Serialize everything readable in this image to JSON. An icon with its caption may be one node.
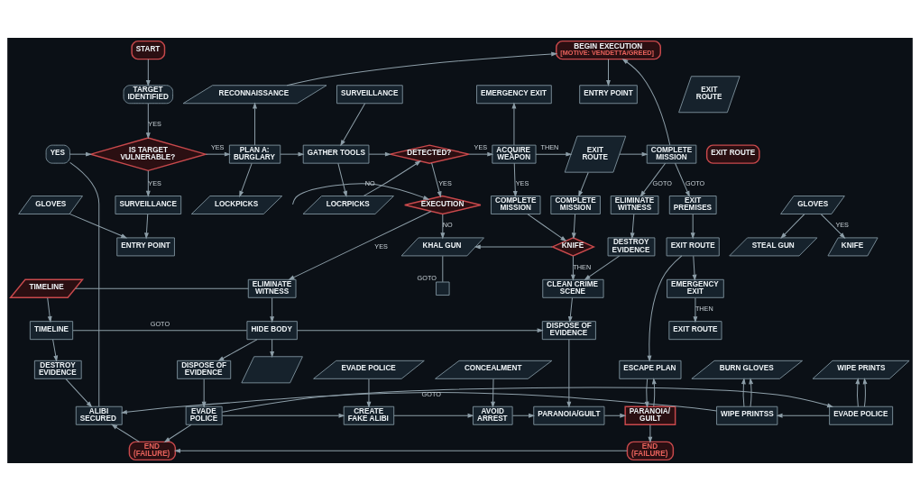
{
  "diagram": {
    "nodes": [
      {
        "text": [
          "START"
        ]
      },
      {
        "text": [
          "BEGIN EXECUTION",
          "[MOTIVE: VENDETTA/GREED]"
        ]
      },
      {
        "text": [
          "TARGET IDENTIFIED"
        ]
      },
      {
        "text": [
          "RECONNAISSANCE"
        ]
      },
      {
        "text": [
          "SURVEILLANCE"
        ]
      },
      {
        "text": [
          "ENTRY POINT"
        ]
      },
      {
        "text": [
          "EMERGENCY EXIT"
        ]
      },
      {
        "text": [
          "EXIT ROUTE"
        ]
      },
      {
        "text": [
          "YES"
        ]
      },
      {
        "text": [
          "IS TARGET VULNERABLE?"
        ]
      },
      {
        "text": [
          "PLAN A: BURGLARY"
        ]
      },
      {
        "text": [
          "GATHER TOOLS"
        ]
      },
      {
        "text": [
          "DETECTED?"
        ]
      },
      {
        "text": [
          "ACQUIRE WEAPON"
        ]
      },
      {
        "text": [
          "EXIT ROUTE"
        ]
      },
      {
        "text": [
          "COMPLETE MISSION"
        ]
      },
      {
        "text": [
          "EXIT ROUTE"
        ]
      },
      {
        "text": [
          "EXIT PREMISES"
        ]
      },
      {
        "text": [
          "SURVEILLANCE"
        ]
      },
      {
        "text": [
          "LOCKPICKS"
        ]
      },
      {
        "text": [
          "GLOVES"
        ]
      },
      {
        "text": [
          "LOCRPICKS"
        ]
      },
      {
        "text": [
          "GLOVES"
        ]
      },
      {
        "text": [
          "COMPLETE MISSION"
        ]
      },
      {
        "text": [
          "COMPLETE MISSION"
        ]
      },
      {
        "text": [
          "ELIMINATE WITNESS"
        ]
      },
      {
        "text": [
          "EXECUTION"
        ]
      },
      {
        "text": [
          "ENTRY POINT"
        ]
      },
      {
        "text": [
          "STEAL GUN"
        ]
      },
      {
        "text": [
          "KNIFE"
        ]
      },
      {
        "text": [
          "KNIFE"
        ]
      },
      {
        "text": [
          "KHAL GUN"
        ]
      },
      {
        "text": [
          "DESTROY EVIDENCE"
        ]
      },
      {
        "text": [
          "EXIT ROUTE"
        ]
      },
      {
        "text": [
          "TIMELINE"
        ]
      },
      {
        "text": [
          "ELIMINATE WITNESS"
        ]
      },
      {
        "text": [],
        "shape": "box",
        "beside": [
          "GOTO"
        ]
      },
      {
        "text": [
          "CLEAN CRIME SCENE"
        ]
      },
      {
        "text": [
          "EMERGENCY EXIT"
        ]
      },
      {
        "text": [
          "TIMELINE"
        ]
      },
      {
        "text": [
          "HIDE BODY"
        ]
      },
      {
        "text": [
          "DISPOSE OF EVIDENCE"
        ]
      },
      {
        "text": [
          "EXIT ROUTE"
        ]
      },
      {
        "text": [],
        "shape": "parallelogram"
      },
      {
        "text": [
          "DESTROY EVIDENCE"
        ]
      },
      {
        "text": [
          "BURN GLOVES"
        ]
      },
      {
        "text": [
          "WIPE PRINTS"
        ]
      },
      {
        "text": [
          "DISPOSE OF EVIDENCE"
        ]
      },
      {
        "text": [
          "EVADE POLICE"
        ]
      },
      {
        "text": [
          "CONCEALMENT"
        ]
      },
      {
        "text": [
          "ESCAPE PLAN"
        ]
      },
      {
        "text": [
          "ALIBI SECURED"
        ]
      },
      {
        "text": [
          "WIPE PRINTSS"
        ]
      },
      {
        "text": [
          "EVADE POLICE"
        ]
      },
      {
        "text": [
          "EVADE POLICE"
        ]
      },
      {
        "text": [
          "CREATE FAKE ALIBI"
        ]
      },
      {
        "text": [
          "AVOID ARREST"
        ]
      },
      {
        "text": [
          "PARANOIA/GUILT"
        ]
      },
      {
        "text": [
          "PARANOIA/ GUILT"
        ]
      },
      {
        "text": [
          "END (FAILURE)"
        ]
      },
      {
        "text": [
          "END (FAILURE)"
        ]
      }
    ],
    "edges": [
      {
        "from": 0,
        "to": 2,
        "arrow": "to"
      },
      {
        "from": 2,
        "to": 9,
        "arrow": "to",
        "label": "YES"
      },
      {
        "from": 8,
        "to": 9,
        "arrow": "to"
      },
      {
        "from": 9,
        "to": 10,
        "arrow": "to",
        "label": "YES"
      },
      {
        "from": 9,
        "to": 18,
        "arrow": "to",
        "label": "YES"
      },
      {
        "from": 10,
        "to": 3,
        "arrow": "to"
      },
      {
        "from": 3,
        "to": 1,
        "arrow": "to"
      },
      {
        "from": 1,
        "to": 5,
        "arrow": "to"
      },
      {
        "from": 15,
        "to": 1,
        "arrow": "to"
      },
      {
        "from": 4,
        "to": 11,
        "arrow": "to"
      },
      {
        "from": 10,
        "to": 11,
        "arrow": "to"
      },
      {
        "from": 10,
        "to": 19,
        "arrow": "to"
      },
      {
        "from": 20,
        "to": 27,
        "arrow": "to"
      },
      {
        "from": 18,
        "to": 27,
        "arrow": "to"
      },
      {
        "from": 11,
        "to": 12,
        "arrow": "to"
      },
      {
        "from": 11,
        "to": 21,
        "arrow": "to"
      },
      {
        "from": 21,
        "to": 12,
        "arrow": "to"
      },
      {
        "from": 22,
        "to": 28,
        "arrow": "to"
      },
      {
        "from": 22,
        "to": 29,
        "arrow": "to",
        "label": "YES"
      },
      {
        "from": 12,
        "to": 13,
        "arrow": "to",
        "label": "YES"
      },
      {
        "from": 12,
        "to": 26,
        "arrow": "to",
        "label": "YES"
      },
      {
        "from": 13,
        "to": 6,
        "arrow": "to"
      },
      {
        "from": 13,
        "to": 14,
        "arrow": "to",
        "label": "THEN"
      },
      {
        "from": 13,
        "to": 23,
        "arrow": "to",
        "label": "YES"
      },
      {
        "from": 14,
        "to": 15,
        "arrow": "to"
      },
      {
        "from": 14,
        "to": 24,
        "arrow": "to"
      },
      {
        "from": 15,
        "to": 17,
        "arrow": "to",
        "label": "GOTO"
      },
      {
        "from": 15,
        "to": 25,
        "arrow": "to",
        "label": "GOTO"
      },
      {
        "from": 23,
        "to": 30,
        "arrow": "to"
      },
      {
        "from": 24,
        "to": 30,
        "arrow": "to"
      },
      {
        "from": null,
        "to": 26,
        "arrow": "to",
        "label": "NO"
      },
      {
        "from": 26,
        "to": 31,
        "arrow": "to",
        "label": "NO"
      },
      {
        "from": 26,
        "to": 35,
        "arrow": "to",
        "label": "YES"
      },
      {
        "from": 30,
        "to": 31,
        "arrow": "to"
      },
      {
        "from": 30,
        "to": 37,
        "arrow": "to",
        "label": "THEN"
      },
      {
        "from": 31,
        "to": 36,
        "arrow": "none"
      },
      {
        "from": 17,
        "to": 33,
        "arrow": "to"
      },
      {
        "from": 25,
        "to": 32,
        "arrow": "to"
      },
      {
        "from": 32,
        "to": 37,
        "arrow": "to"
      },
      {
        "from": 37,
        "to": 41,
        "arrow": "to"
      },
      {
        "from": 33,
        "to": 38,
        "arrow": "to"
      },
      {
        "from": 38,
        "to": 42,
        "arrow": "to",
        "label": "THEN"
      },
      {
        "from": 33,
        "to": 50,
        "arrow": "to"
      },
      {
        "from": 58,
        "to": 50,
        "arrow": "to"
      },
      {
        "from": 34,
        "to": 35,
        "arrow": "none"
      },
      {
        "from": 34,
        "to": 39,
        "arrow": "to"
      },
      {
        "from": 39,
        "to": 40,
        "arrow": "none",
        "label": "GOTO"
      },
      {
        "from": 35,
        "to": 40,
        "arrow": "to"
      },
      {
        "from": 40,
        "to": 41,
        "arrow": "to"
      },
      {
        "from": 40,
        "to": 43,
        "arrow": "to"
      },
      {
        "from": 39,
        "to": 44,
        "arrow": "to"
      },
      {
        "from": 44,
        "to": 51,
        "arrow": "to"
      },
      {
        "from": 8,
        "to": 51,
        "arrow": "none"
      },
      {
        "from": 40,
        "to": 47,
        "arrow": "to"
      },
      {
        "from": 47,
        "to": 54,
        "arrow": "to"
      },
      {
        "from": 54,
        "to": 53,
        "arrow": "to"
      },
      {
        "from": 53,
        "to": 46,
        "arrow": "to"
      },
      {
        "from": 53,
        "to": 46,
        "arrow": "to"
      },
      {
        "from": 53,
        "to": 52,
        "arrow": "to"
      },
      {
        "from": 52,
        "to": 45,
        "arrow": "to"
      },
      {
        "from": 52,
        "to": 45,
        "arrow": "to"
      },
      {
        "from": 52,
        "to": 51,
        "arrow": "to",
        "label": "GOTO"
      },
      {
        "from": 59,
        "to": 51,
        "arrow": "to"
      },
      {
        "from": 54,
        "to": 59,
        "arrow": "to"
      },
      {
        "from": 54,
        "to": 55,
        "arrow": "to"
      },
      {
        "from": 48,
        "to": 55,
        "arrow": "to"
      },
      {
        "from": 55,
        "to": 56,
        "arrow": "to"
      },
      {
        "from": 49,
        "to": 56,
        "arrow": "to"
      },
      {
        "from": 56,
        "to": 57,
        "arrow": "to"
      },
      {
        "from": 41,
        "to": 57,
        "arrow": "to"
      },
      {
        "from": 57,
        "to": 58,
        "arrow": "to"
      },
      {
        "from": 50,
        "to": 58,
        "arrow": "to"
      },
      {
        "from": 58,
        "to": 60,
        "arrow": "to"
      },
      {
        "from": 60,
        "to": 59,
        "arrow": "to"
      }
    ]
  }
}
